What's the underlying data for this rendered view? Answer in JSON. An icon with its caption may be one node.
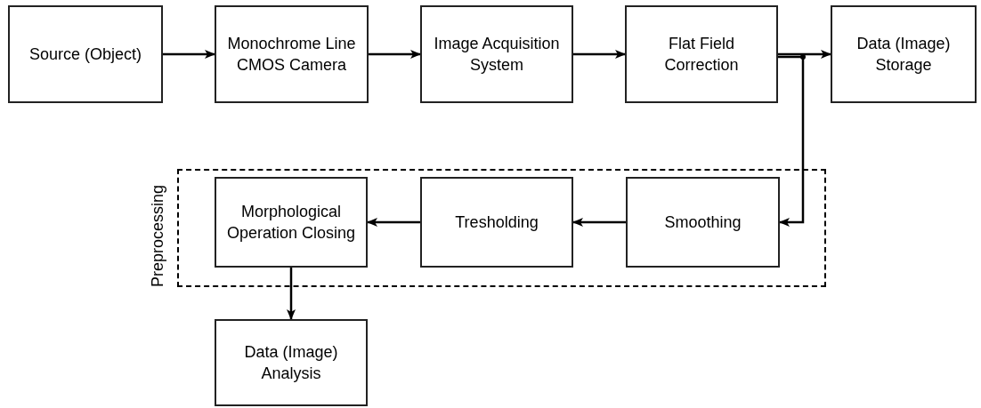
{
  "diagram": {
    "nodes": [
      {
        "text": [
          "Source (Object)"
        ]
      },
      {
        "text": [
          "Monochrome Line CMOS Camera"
        ]
      },
      {
        "text": [
          "Image Acquisition System"
        ]
      },
      {
        "text": [
          "Flat Field Correction"
        ]
      },
      {
        "text": [
          "Data (Image) Storage"
        ]
      },
      {
        "text": [
          "Preprocessing"
        ]
      },
      {
        "text": [
          "Morphological Operation Closing"
        ],
        "in": 5
      },
      {
        "text": [
          "Tresholding"
        ],
        "in": 5
      },
      {
        "text": [
          "Smoothing"
        ],
        "in": 5
      },
      {
        "text": [
          "Data (Image) Analysis"
        ]
      }
    ],
    "edges": [
      {
        "from": 0,
        "to": 1,
        "arrow": "to"
      },
      {
        "from": 1,
        "to": 2,
        "arrow": "to"
      },
      {
        "from": 2,
        "to": 3,
        "arrow": "to"
      },
      {
        "from": 3,
        "to": 4,
        "arrow": "to"
      },
      {
        "from": 3,
        "to": 8,
        "arrow": "to"
      },
      {
        "from": 8,
        "to": 7,
        "arrow": "to"
      },
      {
        "from": 7,
        "to": 6,
        "arrow": "to"
      },
      {
        "from": 6,
        "to": 9,
        "arrow": "to"
      }
    ]
  }
}
